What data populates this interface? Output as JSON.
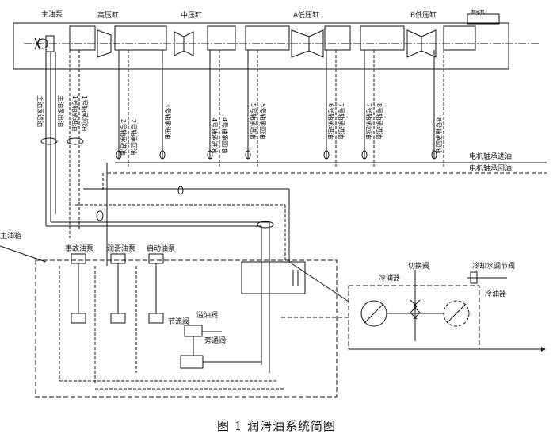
{
  "caption": "图 1 润滑油系统简图",
  "top_labels": {
    "main_pump": "主油泵",
    "hp_cylinder": "高压缸",
    "ip_cylinder": "中压缸",
    "lp_a": "A低压缸",
    "lp_b": "B低压缸",
    "generator": "发电机"
  },
  "pipe_labels": {
    "p1": "主油泵进油",
    "p2": "主油泵出油",
    "p3": "1号轴承进油",
    "p4": "1号轴承回油",
    "p5": "2号轴承进油",
    "p6": "2号轴承回油",
    "p7": "3号轴承进油",
    "p8": "4号轴承进油",
    "p9": "4号轴承回油",
    "p10": "5号轴承进油",
    "p11": "5号轴承回油",
    "p12": "6号轴承进油",
    "p13": "7号轴承进油",
    "p14": "7号轴承回油",
    "p15": "8号轴承进油",
    "p16": "8号轴承回油"
  },
  "right_labels": {
    "gen_oil_in": "电机轴承进油",
    "gen_oil_out": "电机轴承回油",
    "water_valve": "冷却水调节阀",
    "cooler_1": "冷油器",
    "cooler_2": "冷油器",
    "switch_valve": "切换阀"
  },
  "tank_labels": {
    "tank": "主油箱",
    "pump_1": "事故油泵",
    "pump_2": "润滑油泵",
    "pump_3": "启动油泵",
    "valve_1": "节流阀",
    "valve_2": "溢油阀",
    "valve_3": "旁通阀"
  }
}
